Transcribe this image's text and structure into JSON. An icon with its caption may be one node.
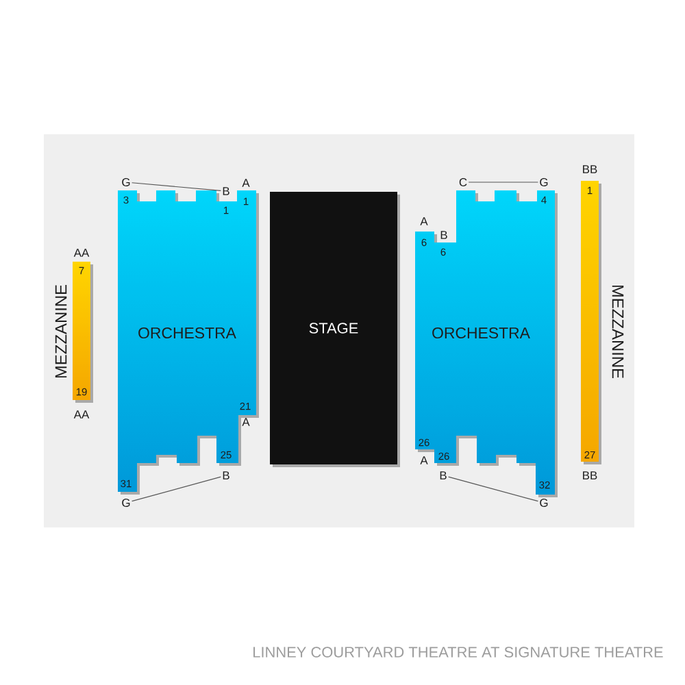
{
  "diagram": {
    "caption": "LINNEY COURTYARD THEATRE AT SIGNATURE THEATRE",
    "nodes": [
      {
        "text": [
          "MEZZANINE",
          "7",
          "19"
        ],
        "beside": [
          "AA",
          "AA"
        ]
      },
      {
        "text": [
          "G"
        ]
      },
      {
        "text": [
          "B"
        ]
      },
      {
        "text": [
          "ORCHESTRA",
          "3",
          "1",
          "1",
          "21",
          "25",
          "31"
        ],
        "beside": [
          "A",
          "A"
        ]
      },
      {
        "text": [
          "B"
        ]
      },
      {
        "text": [
          "G"
        ]
      },
      {
        "text": [
          "STAGE"
        ]
      },
      {
        "text": [
          "C"
        ]
      },
      {
        "text": [
          "G"
        ]
      },
      {
        "text": [
          "ORCHESTRA",
          "4",
          "6",
          "6",
          "26",
          "26",
          "32"
        ],
        "beside": [
          "A",
          "B",
          "A"
        ]
      },
      {
        "text": [
          "B"
        ]
      },
      {
        "text": [
          "G"
        ]
      },
      {
        "text": [
          "MEZZANINE",
          "1",
          "27"
        ],
        "beside": [
          "BB",
          "BB"
        ]
      }
    ],
    "edges": [
      {
        "from": 1,
        "to": 2,
        "arrow": "none"
      },
      {
        "from": 4,
        "to": 5,
        "arrow": "none"
      },
      {
        "from": 7,
        "to": 8,
        "arrow": "none"
      },
      {
        "from": 10,
        "to": 11,
        "arrow": "none"
      }
    ]
  }
}
